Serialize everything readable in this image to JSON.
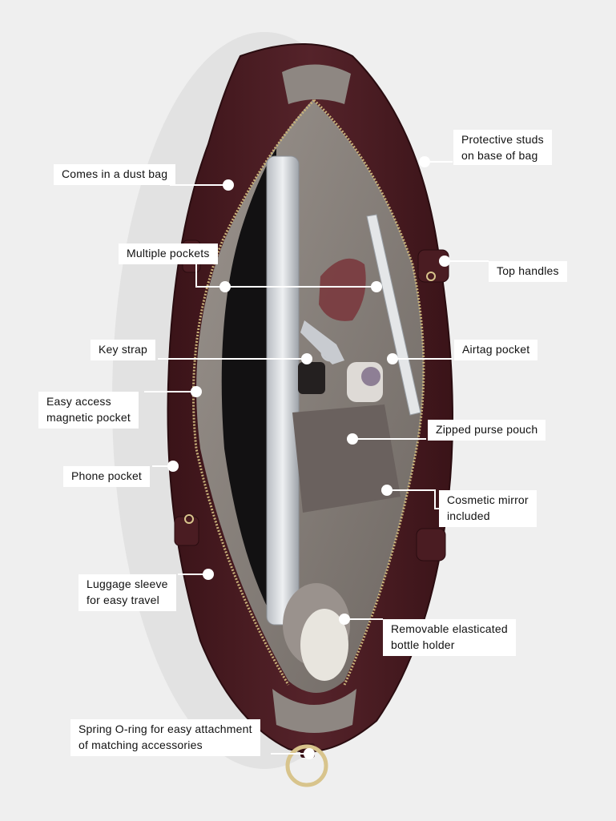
{
  "colors": {
    "background": "#efefef",
    "leather": "#4a1c22",
    "leather_dark": "#2f0f14",
    "lining": "#8b847f",
    "zipper": "#c9b27a",
    "hardware": "#d8c48c",
    "label_bg": "#ffffff",
    "dot": "#ffffff"
  },
  "annotations": [
    {
      "id": "dust-bag",
      "lines": [
        "Comes in a dust bag"
      ]
    },
    {
      "id": "protective-studs",
      "lines": [
        "Protective studs",
        "on base of bag"
      ]
    },
    {
      "id": "multiple-pockets",
      "lines": [
        "Multiple pockets"
      ]
    },
    {
      "id": "top-handles",
      "lines": [
        "Top handles"
      ]
    },
    {
      "id": "key-strap",
      "lines": [
        "Key strap"
      ]
    },
    {
      "id": "airtag-pocket",
      "lines": [
        "Airtag pocket"
      ]
    },
    {
      "id": "magnetic-pocket",
      "lines": [
        "Easy access",
        "magnetic pocket"
      ]
    },
    {
      "id": "zipped-purse",
      "lines": [
        "Zipped purse pouch"
      ]
    },
    {
      "id": "phone-pocket",
      "lines": [
        "Phone pocket"
      ]
    },
    {
      "id": "cosmetic-mirror",
      "lines": [
        "Cosmetic mirror",
        "included"
      ]
    },
    {
      "id": "luggage-sleeve",
      "lines": [
        "Luggage sleeve",
        "for easy travel"
      ]
    },
    {
      "id": "bottle-holder",
      "lines": [
        "Removable elasticated",
        "bottle holder"
      ]
    },
    {
      "id": "o-ring",
      "lines": [
        "Spring O-ring for easy attachment",
        "of matching accessories"
      ]
    }
  ]
}
